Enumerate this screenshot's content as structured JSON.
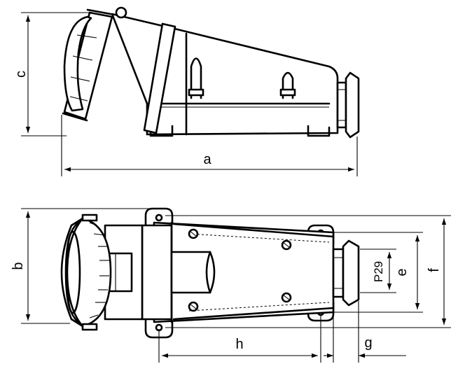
{
  "dimensions": {
    "a": "a",
    "b": "b",
    "c": "c",
    "e": "e",
    "f": "f",
    "g": "g",
    "h": "h",
    "thread": "P29"
  },
  "colors": {
    "line": "#000000",
    "background": "#ffffff"
  }
}
